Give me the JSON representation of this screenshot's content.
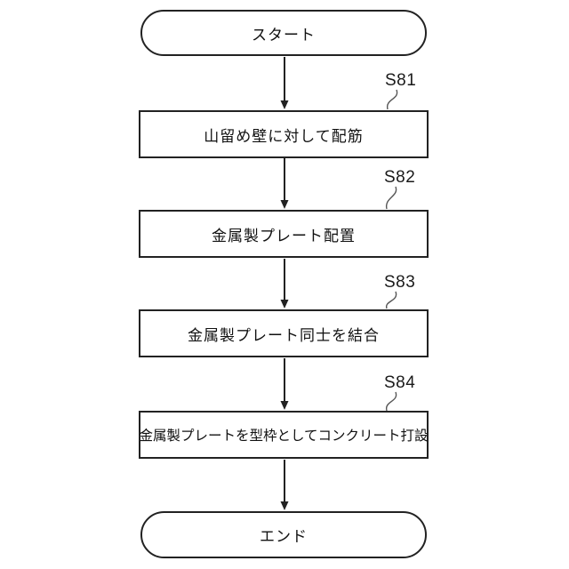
{
  "figure": {
    "type": "flowchart",
    "background": "#ffffff",
    "line_color": "#222222",
    "leader_line_color": "#555555",
    "text_color": "#111111"
  },
  "flowchart": {
    "start_label": "スタート",
    "end_label": "エンド",
    "steps": [
      {
        "id": "S81",
        "label": "山留め壁に対して配筋"
      },
      {
        "id": "S82",
        "label": "金属製プレート配置"
      },
      {
        "id": "S83",
        "label": "金属製プレート同士を結合"
      },
      {
        "id": "S84",
        "label": "金属製プレートを型枠としてコンクリート打設"
      }
    ]
  }
}
